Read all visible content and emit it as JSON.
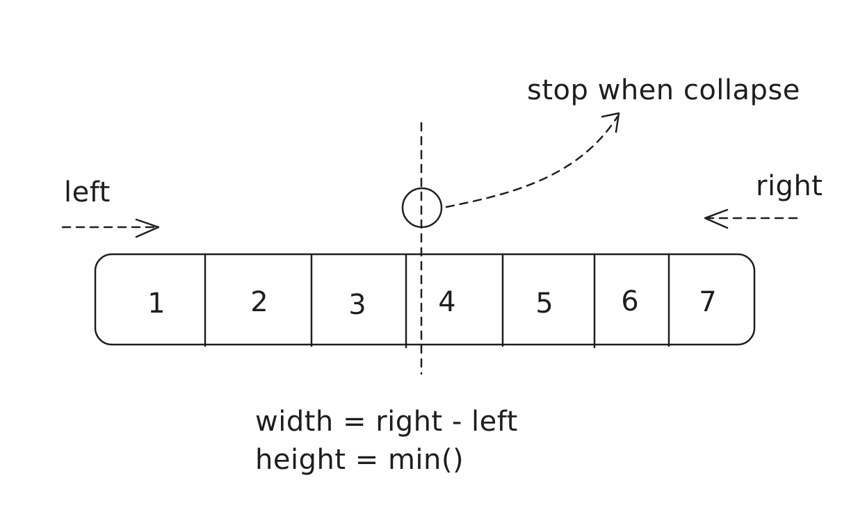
{
  "labels": {
    "left": "left",
    "right": "right",
    "collapse_note": "stop when collapse",
    "formula_width": "width = right - left",
    "formula_height": "height = min()"
  },
  "array_cells": [
    "1",
    "2",
    "3",
    "4",
    "5",
    "6",
    "7"
  ]
}
